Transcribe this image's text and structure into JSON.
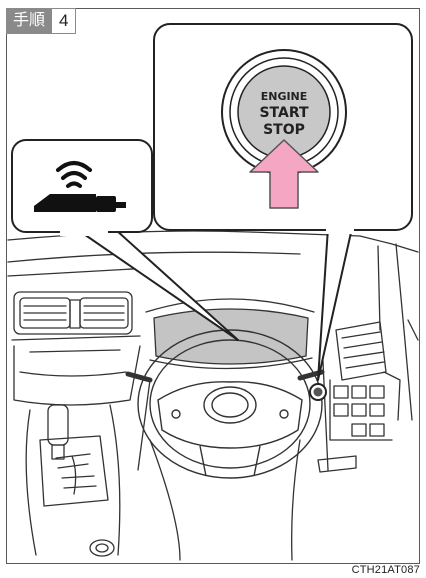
{
  "step": {
    "label": "手順",
    "number": "4"
  },
  "start_button": {
    "line1": "ENGINE",
    "line2": "START",
    "line3": "STOP"
  },
  "icons": [
    "smart-key-wireless-icon",
    "push-arrow-icon"
  ],
  "figure_code": "CTH21AT087",
  "colors": {
    "arrow": "#f4a6c2",
    "arrow_outline": "#555555",
    "button_face": "#c8c8c8",
    "frame": "#5a5a5a",
    "step_badge": "#8a8a8a"
  }
}
